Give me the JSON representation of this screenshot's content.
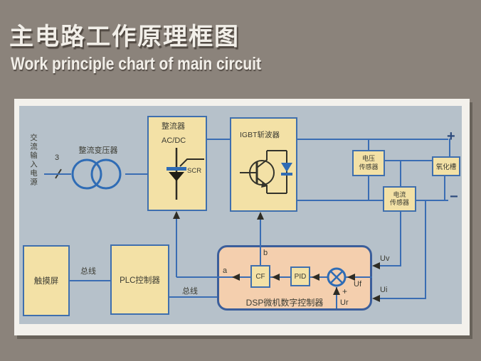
{
  "slide": {
    "title_zh": "主电路工作原理框图",
    "title_en": "Work principle chart of main circuit"
  },
  "diagram": {
    "ac_input": "交流输入电源",
    "phase_count": "3",
    "transformer": "整流变压器",
    "rectifier_title": "整流器",
    "rectifier_sub": "AC/DC",
    "scr": "SCR",
    "igbt_chopper": "IGBT斩波器",
    "voltage_sensor": "电压\n传感器",
    "current_sensor": "电流\n传感器",
    "oxidation_tank": "氧化槽",
    "plus": "+",
    "minus": "−",
    "touch_screen": "触摸屏",
    "plc": "PLC控制器",
    "bus_1": "总线",
    "bus_2": "总线",
    "dsp_label": "DSP微机数字控制器",
    "cf": "CF",
    "pid": "PID",
    "sig_a": "a",
    "sig_b": "b",
    "u_v": "Uv",
    "u_i": "Ui",
    "u_f": "Uf",
    "u_r": "Ur",
    "sum_plus": "+"
  },
  "colors": {
    "background": "#8b837b",
    "panel": "#b6c1ca",
    "frame": "#f3f1ec",
    "block_fill": "#f3e1a6",
    "block_border": "#3f6fae",
    "dsp_fill": "#f4cfae",
    "line_blue": "#3a6db3",
    "text_dark": "#3c3c33",
    "title_text": "#f2efe9"
  }
}
